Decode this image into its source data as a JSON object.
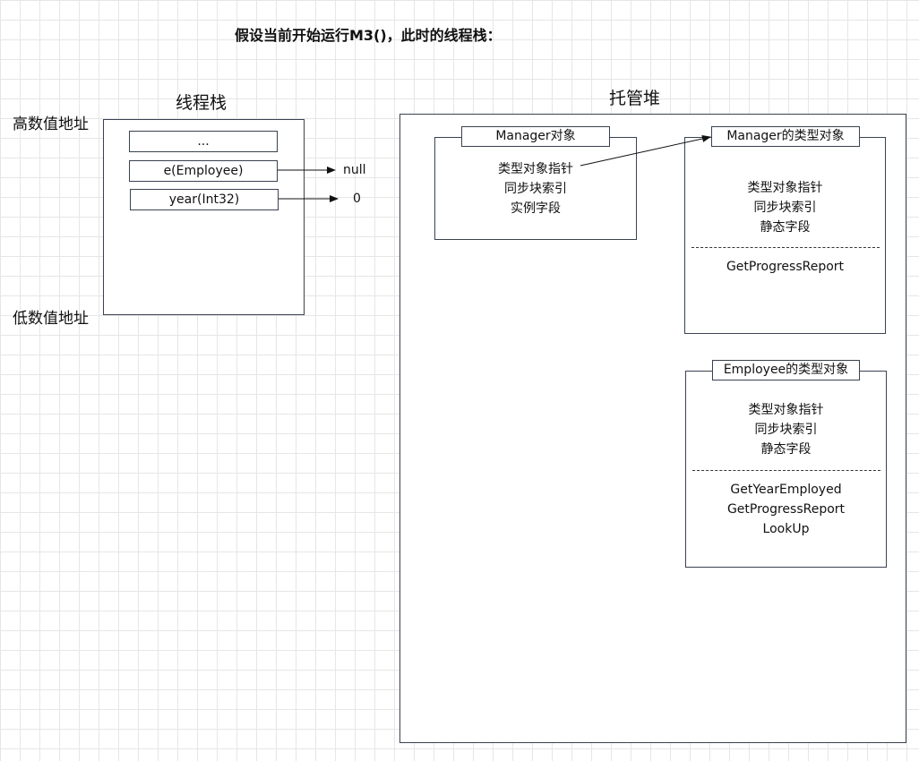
{
  "title": "假设当前开始运行M3()，此时的线程栈：",
  "thread_stack": {
    "label": "线程栈",
    "high_address_label": "高数值地址",
    "low_address_label": "低数值地址",
    "cells": [
      {
        "text": "..."
      },
      {
        "text": "e(Employee)",
        "value": "null"
      },
      {
        "text": "year(Int32)",
        "value": "0"
      }
    ]
  },
  "managed_heap": {
    "label": "托管堆",
    "manager_object": {
      "title": "Manager对象",
      "fields": [
        "类型对象指针",
        "同步块索引",
        "实例字段"
      ]
    },
    "manager_type_object": {
      "title": "Manager的类型对象",
      "fields": [
        "类型对象指针",
        "同步块索引",
        "静态字段"
      ],
      "methods": [
        "GetProgressReport"
      ]
    },
    "employee_type_object": {
      "title": "Employee的类型对象",
      "fields": [
        "类型对象指针",
        "同步块索引",
        "静态字段"
      ],
      "methods": [
        "GetYearEmployed",
        "GetProgressReport",
        "LookUp"
      ]
    }
  }
}
